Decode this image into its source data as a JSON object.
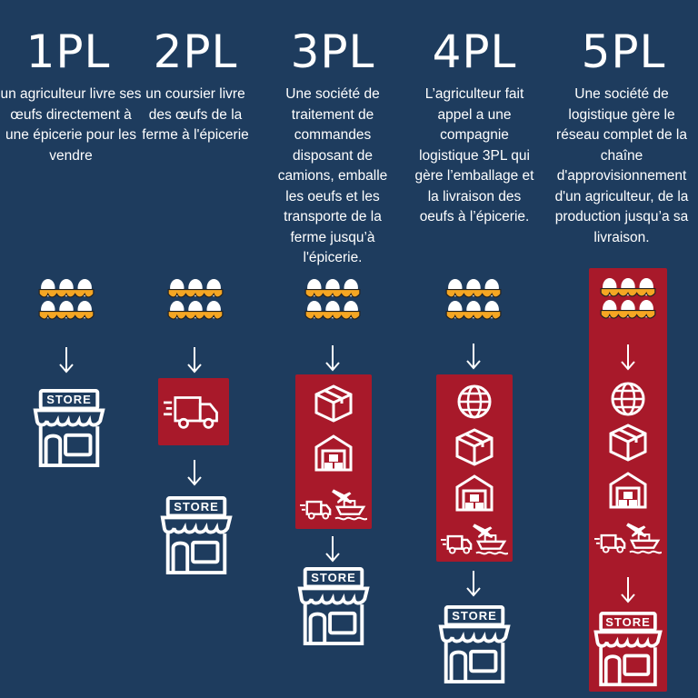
{
  "columns": [
    {
      "title": "1PL",
      "description": "un agriculteur livre ses œufs directement  à une épicerie pour les vendre"
    },
    {
      "title": "2PL",
      "description": "un coursier livre des œufs de la ferme à l'épicerie"
    },
    {
      "title": "3PL",
      "description": "Une société de traitement de commandes disposant de camions, emballe les oeufs et les transporte de la ferme jusqu’à l'épicerie."
    },
    {
      "title": "4PL",
      "description": "L’agriculteur fait appel a une compagnie logistique 3PL qui gère l’emballage et la livraison des oeufs à l’épicerie."
    },
    {
      "title": "5PL",
      "description": "Une société de logistique gère le réseau complet de la chaîne d'approvisionnement d'un agriculteur, de la production jusqu’a sa livraison."
    }
  ],
  "store_sign": "STORE",
  "colors": {
    "background": "#1e3c5e",
    "accent_red": "#a8192a",
    "egg_orange": "#f5a623",
    "egg_white": "#ffffff"
  },
  "icons": [
    "egg-tray-icon",
    "arrow-down-icon",
    "store-icon",
    "delivery-truck-icon",
    "package-box-icon",
    "warehouse-icon",
    "transport-modes-icon",
    "globe-icon"
  ]
}
